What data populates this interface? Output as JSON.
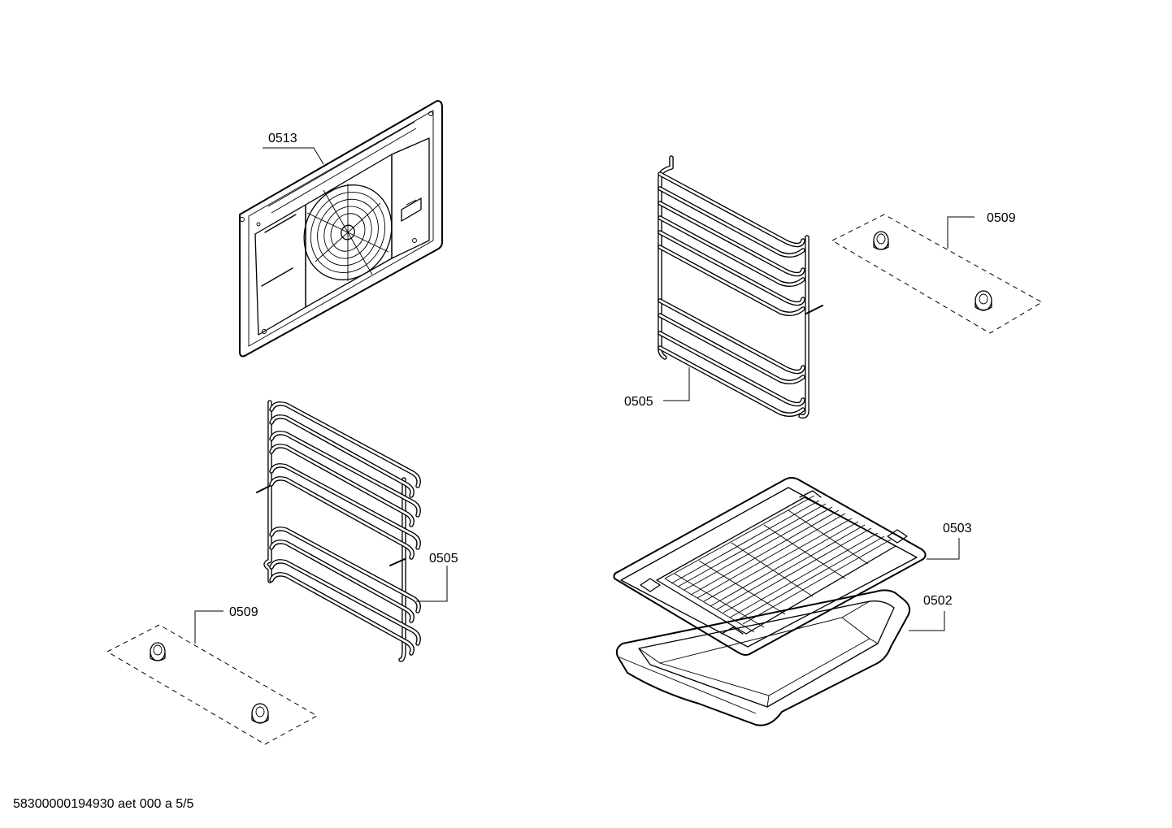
{
  "parts": {
    "back_panel": {
      "label": "0513"
    },
    "rail_right": {
      "label": "0505"
    },
    "clips_right": {
      "label": "0509"
    },
    "rail_left": {
      "label": "0505"
    },
    "clips_left": {
      "label": "0509"
    },
    "grid_shelf": {
      "label": "0503"
    },
    "baking_tray": {
      "label": "0502"
    }
  },
  "footer": {
    "document_code": "58300000194930 aet 000 a 5/5"
  }
}
